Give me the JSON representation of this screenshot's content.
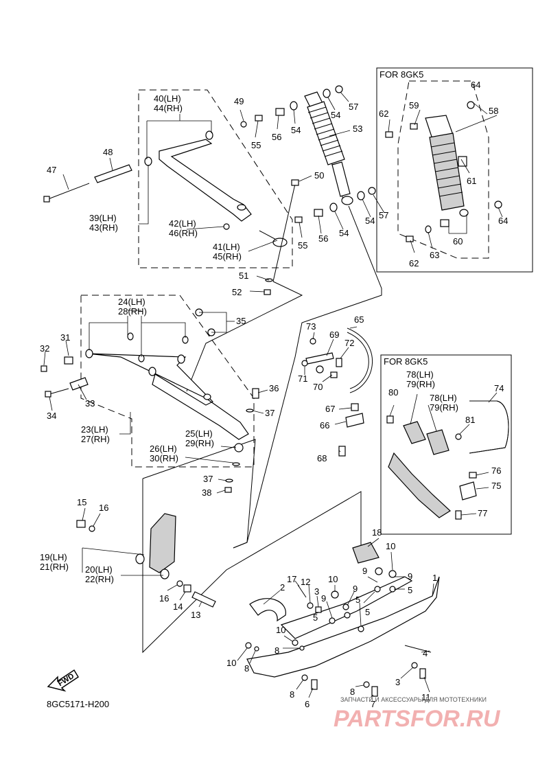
{
  "diagram_code": "8GC5171-H200",
  "fwd_label": "FWD",
  "inset_upper_title": "FOR 8GK5",
  "inset_lower_title": "FOR 8GK5",
  "watermark_text": "ЗАПЧАСТИ И АКСЕССУАРЫ ДЛЯ МОТОТЕХНИКИ",
  "watermark_logo": "PARTSFOR.RU",
  "labels": {
    "p1": "1",
    "p2": "2",
    "p3a": "3",
    "p3b": "3",
    "p4": "4",
    "p5a": "5",
    "p5b": "5",
    "p5c": "5",
    "p5d": "5",
    "p6": "6",
    "p7": "7",
    "p8a": "8",
    "p8b": "8",
    "p8c": "8",
    "p8d": "8",
    "p9a": "9",
    "p9b": "9",
    "p9c": "9",
    "p9d": "9",
    "p10a": "10",
    "p10b": "10",
    "p10c": "10",
    "p10d": "10",
    "p11": "11",
    "p12": "12",
    "p13": "13",
    "p14": "14",
    "p15": "15",
    "p16a": "16",
    "p16b": "16",
    "p17": "17",
    "p18": "18",
    "p19": "19(LH)",
    "p21": "21(RH)",
    "p20": "20(LH)",
    "p22": "22(RH)",
    "p23": "23(LH)",
    "p27": "27(RH)",
    "p24": "24(LH)",
    "p28": "28(RH)",
    "p25": "25(LH)",
    "p29": "29(RH)",
    "p26": "26(LH)",
    "p30": "30(RH)",
    "p31": "31",
    "p32": "32",
    "p33": "33",
    "p34": "34",
    "p35": "35",
    "p36": "36",
    "p37a": "37",
    "p37b": "37",
    "p38": "38",
    "p39": "39(LH)",
    "p43": "43(RH)",
    "p40": "40(LH)",
    "p44": "44(RH)",
    "p41": "41(LH)",
    "p45": "45(RH)",
    "p42": "42(LH)",
    "p46": "46(RH)",
    "p47": "47",
    "p48": "48",
    "p49": "49",
    "p50": "50",
    "p51": "51",
    "p52": "52",
    "p53": "53",
    "p54a": "54",
    "p54b": "54",
    "p54c": "54",
    "p54d": "54",
    "p55a": "55",
    "p55b": "55",
    "p56a": "56",
    "p56b": "56",
    "p57a": "57",
    "p57b": "57",
    "p58": "58",
    "p59": "59",
    "p60": "60",
    "p61": "61",
    "p62a": "62",
    "p62b": "62",
    "p63": "63",
    "p64a": "64",
    "p64b": "64",
    "p65": "65",
    "p66": "66",
    "p67": "67",
    "p68": "68",
    "p69": "69",
    "p70": "70",
    "p71": "71",
    "p72": "72",
    "p73": "73",
    "p74": "74",
    "p75": "75",
    "p76": "76",
    "p77": "77",
    "p78a": "78(LH)",
    "p79a": "79(RH)",
    "p78b": "78(LH)",
    "p79b": "79(RH)",
    "p80": "80",
    "p81": "81"
  }
}
